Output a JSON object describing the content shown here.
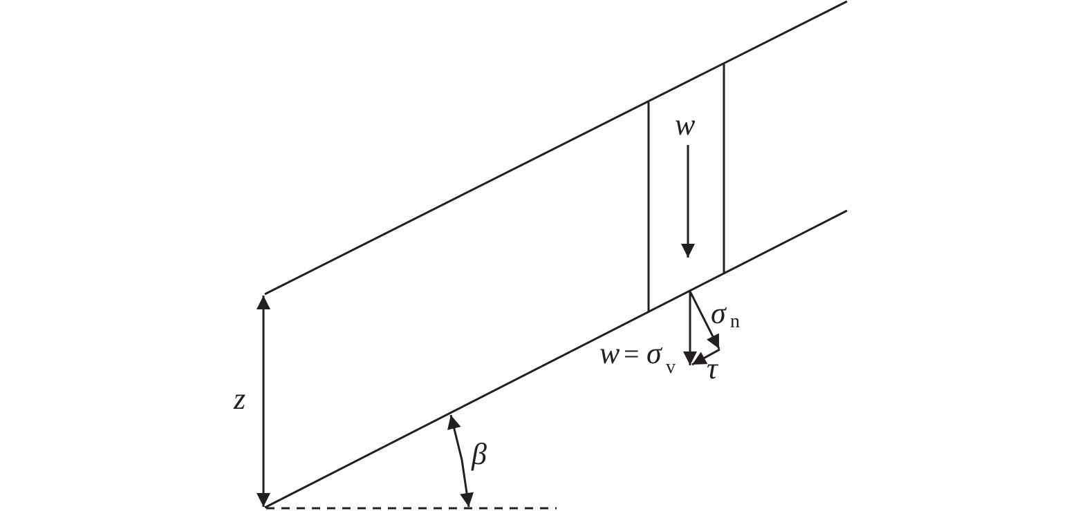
{
  "diagram": {
    "title": "Infinite slope stress diagram",
    "labels": {
      "weight": "w",
      "weight_eq": "w",
      "equals": "=",
      "sigma": "σ",
      "sigma_v_sub": "v",
      "sigma_n": "σ",
      "sigma_n_sub": "n",
      "tau": "τ",
      "depth": "z",
      "angle": "β"
    },
    "colors": {
      "stroke": "#231f20",
      "background": "#ffffff"
    }
  }
}
